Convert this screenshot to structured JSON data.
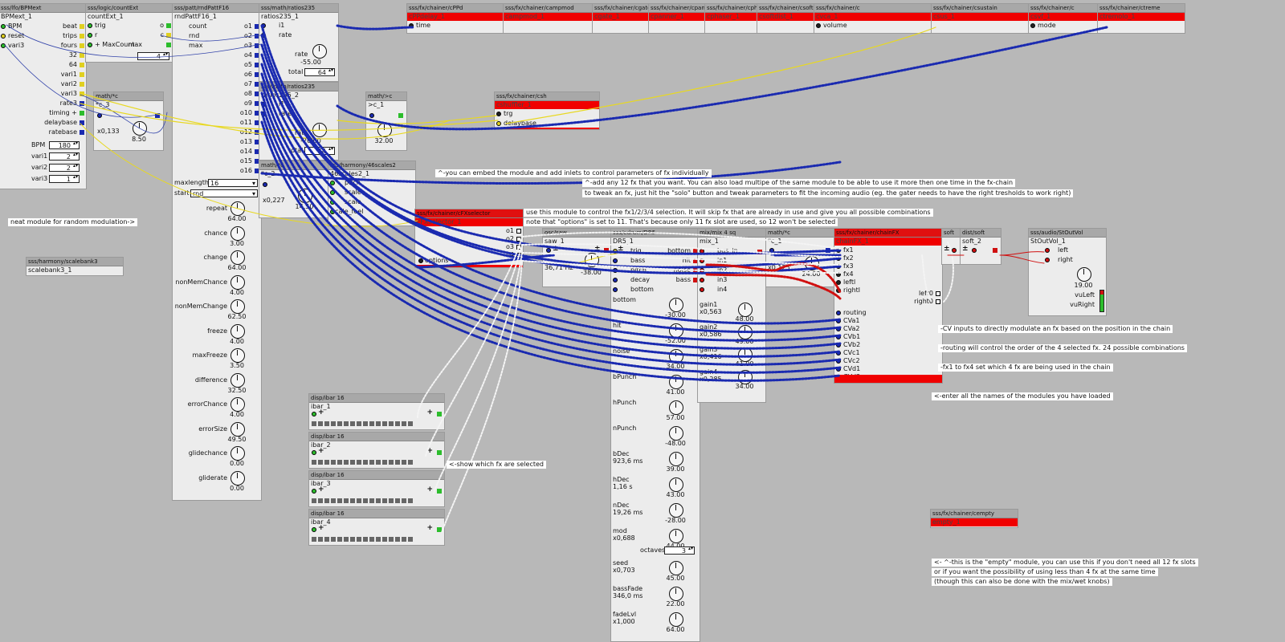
{
  "modules": {
    "bpmext": {
      "path": "sss/lfo/BPMext",
      "name": "BPMext_1",
      "ins": [
        "BPM",
        "reset",
        "vari3"
      ],
      "outs": [
        "beat",
        "trips",
        "fours",
        "32",
        "64",
        "vari1",
        "vari2",
        "vari3",
        "rate3",
        "timing +",
        "delaybase",
        "ratebase"
      ],
      "params": [
        {
          "label": "BPM",
          "value": "180"
        },
        {
          "label": "vari1",
          "value": "2"
        },
        {
          "label": "vari2",
          "value": "2"
        },
        {
          "label": "vari3",
          "value": "1"
        }
      ]
    },
    "countext": {
      "path": "sss/logic/countExt",
      "name": "countExt_1",
      "ins": [
        "trig",
        "r",
        "+ MaxCount"
      ],
      "outs": [
        "o",
        "c"
      ],
      "max_label": "max",
      "max_value": "4"
    },
    "rndpatt": {
      "path": "sss/patt/rndPattF16",
      "name": "rndPattF16_1",
      "ins": [
        "count",
        "rnd",
        "max"
      ],
      "outs": [
        "o1",
        "o2",
        "o3",
        "o4",
        "o5",
        "o6",
        "o7",
        "o8",
        "o9",
        "o10",
        "o11",
        "o12",
        "o13",
        "o14",
        "o15",
        "o16"
      ],
      "maxlength_label": "maxlength",
      "maxlength_value": "16",
      "start_label": "start",
      "start_value": "rnd",
      "knobs": [
        {
          "label": "repeat",
          "value": "64.00"
        },
        {
          "label": "chance",
          "value": "3.00"
        },
        {
          "label": "change",
          "value": "64.00"
        },
        {
          "label": "nonMemChance",
          "value": "4.00"
        },
        {
          "label": "nonMemChange",
          "value": "62.50"
        },
        {
          "label": "freeze",
          "value": "4.00"
        },
        {
          "label": "maxFreeze",
          "value": "3.50"
        },
        {
          "label": "difference",
          "value": "32.50"
        },
        {
          "label": "errorChance",
          "value": "4.00"
        },
        {
          "label": "errorSize",
          "value": "49.50"
        },
        {
          "label": "glidechance",
          "value": "0.00"
        },
        {
          "label": "gliderate",
          "value": "0.00"
        }
      ]
    },
    "ratios1": {
      "path": "sss/math/ratios235",
      "name": "ratios235_1",
      "ins": [
        "i1",
        "rate"
      ],
      "rate_label": "rate",
      "rate_value": "-55.00",
      "total_label": "total",
      "total_value": "64"
    },
    "ratios2": {
      "path": "sss/math/ratios235",
      "name": "ratios235_2",
      "ins": [
        "i1",
        "rate"
      ],
      "rate_label": "rate",
      "rate_value": "-20.00",
      "total_label": "total",
      "total_value": "64"
    },
    "mathc3": {
      "path": "math/*c",
      "name": "*c_3",
      "value": "x0,133",
      "knob": "8.50"
    },
    "mathc2": {
      "path": "math/*c",
      "name": "*c_2",
      "value": "x0,227",
      "knob": "14.50"
    },
    "gtc": {
      "path": "math/>c",
      "name": ">c_1",
      "knob": "32.00"
    },
    "scales": {
      "path": "sss/harmony/46scales2",
      "name": "46scales2_1",
      "ins": [
        "pitch",
        "scale",
        "scale",
        "scale_feel"
      ]
    },
    "cshuffler": {
      "path": "sss/fx/chainer/csh",
      "name": "cshuffler_1",
      "ins": [
        "trg",
        "delaybase"
      ]
    },
    "cfxsel": {
      "path": "sss/fx/chainer/cFXselector",
      "name": "cFXselector_1",
      "outs": [
        "o1",
        "o2",
        "o3",
        "o4"
      ],
      "in": "options"
    },
    "osc": {
      "path": "osc/saw",
      "name": "saw_1",
      "freq": "36,71 Hz",
      "knob": "-38.00"
    },
    "dr5": {
      "path": "sss/edrum/DR5",
      "name": "DR5_1",
      "ins": [
        "trig",
        "bass",
        "pitch",
        "decay",
        "bottom"
      ],
      "outs": [
        "bottom",
        "hit",
        "noise",
        "bass"
      ],
      "knobs": [
        {
          "label": "bottom",
          "value": "-30.00"
        },
        {
          "label": "hit",
          "value": "-52.00"
        },
        {
          "label": "noise",
          "value": "34.00"
        },
        {
          "label": "bPunch",
          "value": "41.00"
        },
        {
          "label": "hPunch",
          "value": "57.00"
        },
        {
          "label": "nPunch",
          "value": "-48.00"
        },
        {
          "label": "bDec\n923,6 ms",
          "value": "39.00"
        },
        {
          "label": "hDec\n1,16 s",
          "value": "43.00"
        },
        {
          "label": "nDec\n19,26 ms",
          "value": "-28.00"
        },
        {
          "label": "mod\nx0,688",
          "value": "44.00"
        },
        {
          "label": "seed\nx0,703",
          "value": "45.00"
        },
        {
          "label": "bassFade\n346,0 ms",
          "value": "22.00"
        },
        {
          "label": "fadeLvl\nx1,000",
          "value": "64.00"
        }
      ],
      "octaves_label": "octaves",
      "octaves_value": "3"
    },
    "mix": {
      "path": "mix/mix 4 sq",
      "name": "mix_1",
      "ins": [
        "bus_in",
        "in1",
        "in2",
        "in3",
        "in4"
      ],
      "outs": [
        "out"
      ],
      "gains": [
        {
          "label": "gain1\nx0,563",
          "value": "48.00"
        },
        {
          "label": "gain2\nx0,586",
          "value": "49.00"
        },
        {
          "label": "gain3\nx0,416",
          "value": "41.00"
        },
        {
          "label": "gain4\nx0,285",
          "value": "34.00"
        }
      ]
    },
    "mathc1": {
      "path": "math/*c",
      "name": "*c_1",
      "value": "x0,125",
      "knob": "24.00"
    },
    "chainfx": {
      "path": "sss/fx/chainer/chainFX",
      "name": "chainFX_1",
      "ins": [
        "fx1",
        "fx2",
        "fx3",
        "fx4",
        "leftl",
        "rightl",
        "routing",
        "CVa1",
        "CVa2",
        "CVb1",
        "CVb2",
        "CVc1",
        "CVc2",
        "CVd1",
        "CVd2"
      ],
      "outs": [
        "left0",
        "right0"
      ]
    },
    "soft1": {
      "path": "soft",
      "name": "soft_1"
    },
    "soft2": {
      "path": "dist/soft",
      "name": "soft_2"
    },
    "stout": {
      "path": "sss/audio/StOutVol",
      "name": "StOutVol_1",
      "ins": [
        "left",
        "right"
      ],
      "knob": "19.00",
      "vu": [
        "vuLeft",
        "vuRight"
      ]
    },
    "cempty": {
      "path": "sss/fx/chainer/cempty",
      "name": "empty_1"
    },
    "scalebank": {
      "path": "sss/harmony/scalebank3",
      "name": "scalebank3_1"
    },
    "ibars": [
      {
        "path": "disp/ibar 16",
        "name": "ibar_1"
      },
      {
        "path": "disp/ibar 16",
        "name": "ibar_2"
      },
      {
        "path": "disp/ibar 16",
        "name": "ibar_3"
      },
      {
        "path": "disp/ibar 16",
        "name": "ibar_4"
      }
    ],
    "top_fx": [
      {
        "path": "sss/fx/chainer/cPPd",
        "name": "cPPdelay_1",
        "in": "time"
      },
      {
        "path": "sss/fx/chainer/campmod",
        "name": "campmod_1"
      },
      {
        "path": "sss/fx/chainer/cgate",
        "name": "cgate_1"
      },
      {
        "path": "sss/fx/chainer/cpanner",
        "name": "cpanner_1"
      },
      {
        "path": "sss/fx/chainer/cphaser",
        "name": "cphaser_1"
      },
      {
        "path": "sss/fx/chainer/csoftdist",
        "name": "csoftdist_1"
      },
      {
        "path": "sss/fx/chainer/c",
        "name": "cvca_1",
        "in": "volume"
      },
      {
        "path": "sss/fx/chainer/csustain",
        "name": "csus_1"
      },
      {
        "path": "sss/fx/chainer/c",
        "name": "csvf_1",
        "in": "mode"
      },
      {
        "path": "sss/fx/chainer/ctreme",
        "name": "ctremolo_1"
      }
    ]
  },
  "notes": {
    "random": "neat module for random modulation->",
    "embed": "^-you can embed the module and add inlets to control parameters of fx individually",
    "add12": "^-add any 12 fx that you want. You can also load multipe of the same module to be able to use it more then one time in the fx-chain",
    "solo": "to tweak an fx, just hit the \"solo\" button and tweak parameters to fit the incoming audio (eg. the gater needs to have the right tresholds to work right)",
    "selector1": "use this module to control the fx1/2/3/4 selection. It will skip fx that are already in use and give you all possible combinations",
    "selector2": "note that \"options\" is set to 11. That's because only 11 fx slot are used, so 12 won't be selected",
    "showfx": "<-show which fx are selected",
    "cv": "-CV inputs to directly modulate an fx based on the position in the chain",
    "routing": "-routing will control the order of the 4 selected fx. 24 possible combinations",
    "fx14": "-fx1 to fx4 set which 4 fx are being used in the chain",
    "names": "<-enter all the names of the modules you have loaded",
    "empty1": "<- ^-this is the \"empty\" module, you can use this if you don't need all 12 fx slots",
    "empty2": "or if you want the possibility of using less than 4 fx at the same time",
    "empty3": "(though this can also be done with the mix/wet knobs)"
  },
  "colors": {
    "canvas": "#b8b8b8",
    "module_bg": "#ececec",
    "header": "#a8a8a8",
    "red": "#f00000",
    "wire_blue": "#1a2ab0",
    "wire_yellow": "#e8d820",
    "wire_red": "#d01010",
    "wire_white": "#f4f4f4"
  }
}
